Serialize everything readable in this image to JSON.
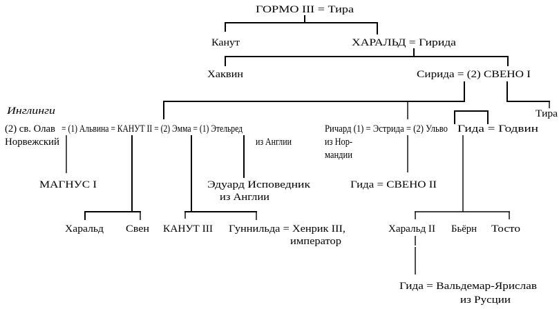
{
  "tree": {
    "gen1": {
      "couple": "ГОРМО III = Тира"
    },
    "gen2": {
      "knut": "Канут",
      "harald": "ХАРАЛЬД = Гирида"
    },
    "gen3": {
      "hakvin": "Хаквин",
      "sirida": "Сирида = (2) СВЕНО I"
    },
    "gen4": {
      "ynglings_label": "Инглинги",
      "tyra": "Тира",
      "olav_line1": "(2) св. Олав",
      "olav_line2": "Норвежский",
      "canute_couple": "= (1) Альвина = КАНУТ II = (2) Эмма = (1) Этельред",
      "aethelred_line2": "из Англии",
      "richard_line1": "Ричард (1) = Эстрида = (2) Ульво",
      "richard_line2": "из Нор-",
      "richard_line3": "мандии",
      "gyda_godwin": "Гида = Годвин"
    },
    "gen5": {
      "magnus": "МАГНУС I",
      "edward_line1": "Эдуард Исповедник",
      "edward_line2": "из Англии",
      "gyda_sweyn": "Гида = СВЕНО II"
    },
    "gen6": {
      "harald": "Харальд",
      "sven": "Свен",
      "canute3": "КАНУТ III",
      "gunnhild_line1": "Гуннильда = Хенрик III,",
      "gunnhild_line2": "император",
      "harald2": "Харальд II",
      "bjorn": "Бьёрн",
      "tosto": "Тосто"
    },
    "gen7": {
      "gyda_line1": "Гида = Вальдемар-Ярислав",
      "gyda_line2": "из Русции"
    }
  }
}
